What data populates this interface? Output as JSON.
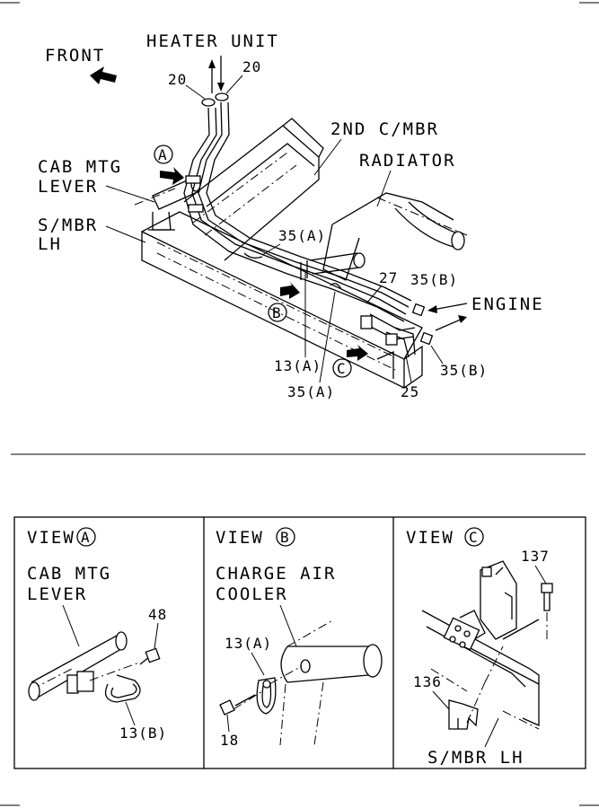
{
  "main": {
    "front": "FRONT",
    "heater_unit": "HEATER UNIT",
    "cab_mtg_lever_1": "CAB MTG",
    "cab_mtg_lever_2": "LEVER",
    "s_mbr_1": "S/MBR",
    "s_mbr_2": "LH",
    "second_c_mbr": "2ND C/MBR",
    "radiator": "RADIATOR",
    "engine": "ENGINE",
    "part_20_left": "20",
    "part_20_right": "20",
    "part_35a_top": "35(A)",
    "part_27": "27",
    "part_35b_top": "35(B)",
    "part_35b_bottom": "35(B)",
    "part_13a": "13(A)",
    "part_35a_bottom": "35(A)",
    "part_25": "25",
    "callout_a": "A",
    "callout_b": "B",
    "callout_c": "C"
  },
  "views": [
    {
      "title": "VIEW",
      "letter": "A",
      "labels": [
        "CAB MTG",
        "LEVER",
        "48",
        "13(B)"
      ]
    },
    {
      "title": "VIEW",
      "letter": "B",
      "labels": [
        "CHARGE AIR",
        "COOLER",
        "13(A)",
        "18"
      ]
    },
    {
      "title": "VIEW",
      "letter": "C",
      "labels": [
        "137",
        "136",
        "S/MBR LH"
      ]
    }
  ]
}
